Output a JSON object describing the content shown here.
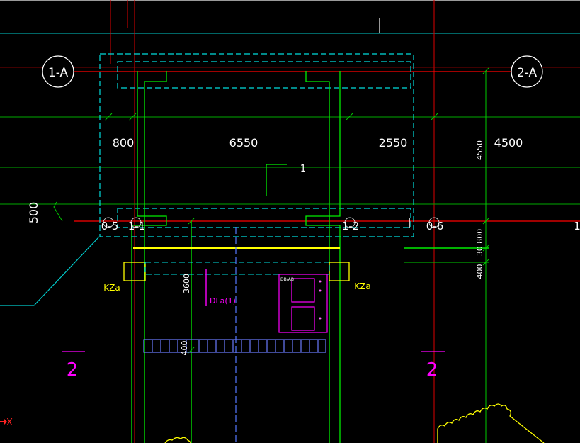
{
  "drawing": {
    "axis_bubbles": [
      "1-A",
      "2-A"
    ],
    "dimensions": {
      "bay_800": "800",
      "bay_6550": "6550",
      "bay_2550": "2550",
      "bay_4500": "4500",
      "side_500": "500",
      "vert_4550": "4550",
      "vert_3600": "3600",
      "vert_400_a": "400",
      "vert_400_b": "400",
      "vert_30800": "30 800"
    },
    "section_labels": [
      "0-5",
      "1-1",
      "1-2",
      "0-6",
      "1"
    ],
    "room_number": "1",
    "column_tags": [
      "KZa",
      "KZa"
    ],
    "beam_tag": "DLa(1)",
    "equipment_tag": "DB/AB",
    "section_marks": [
      "2",
      "2"
    ],
    "ucs_label": "X",
    "colors": {
      "background": "#000000",
      "red": "#ff0000",
      "green": "#00ff00",
      "cyan": "#00ffff",
      "yellow": "#ffff00",
      "magenta": "#ff00ff",
      "white": "#ffffff",
      "blue": "#4f6fff"
    }
  }
}
